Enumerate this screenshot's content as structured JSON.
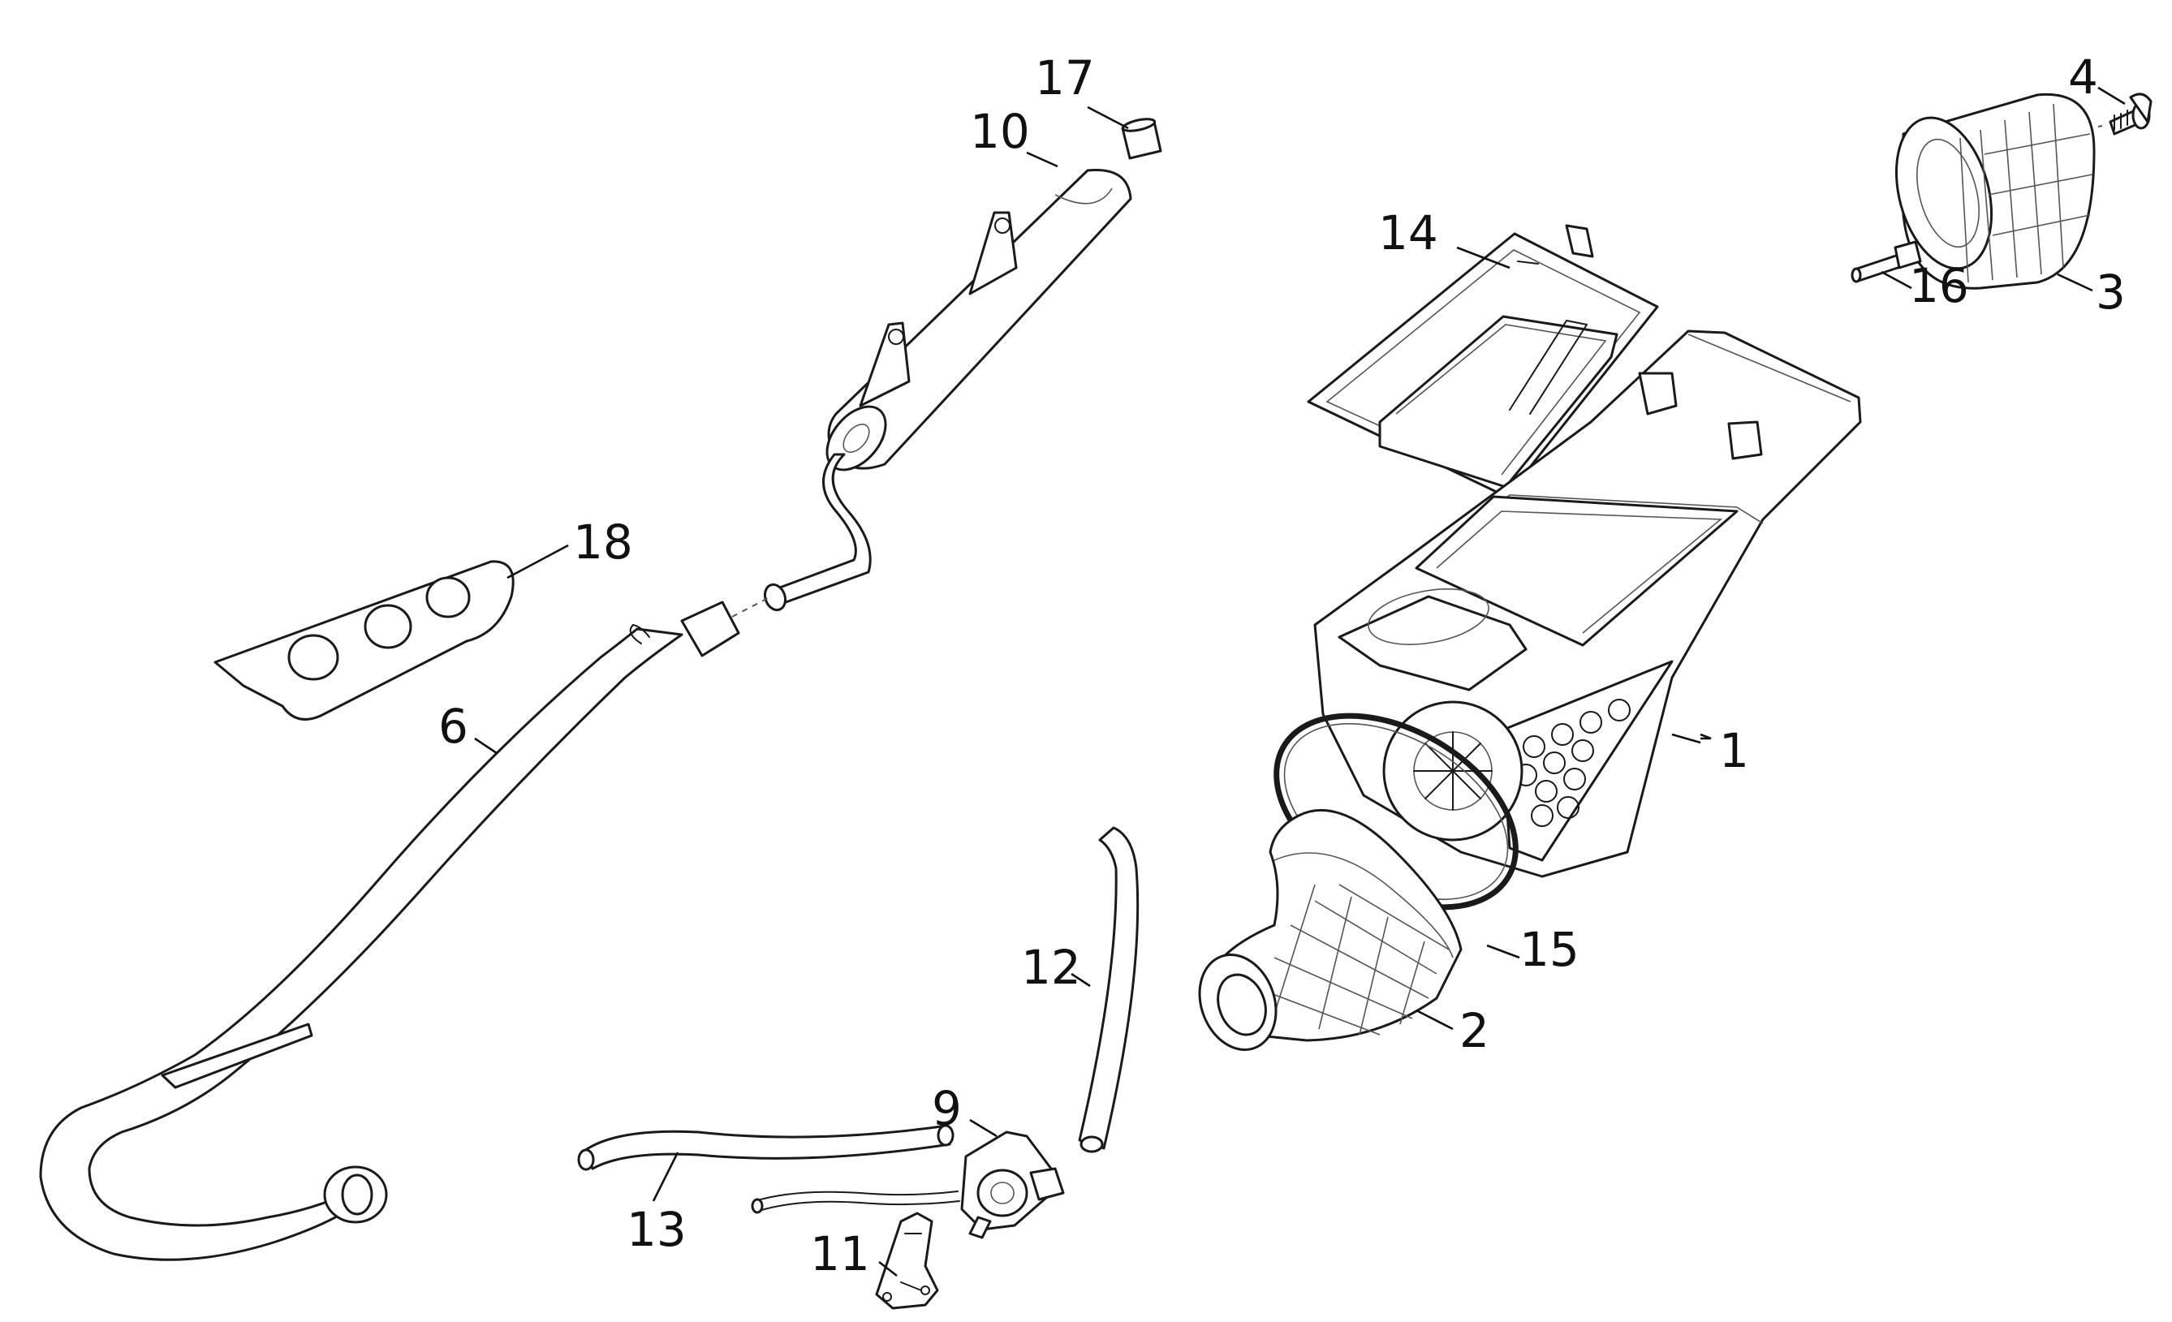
{
  "diagram": {
    "callouts": [
      {
        "id": "c1",
        "label": "1"
      },
      {
        "id": "c2",
        "label": "2"
      },
      {
        "id": "c3",
        "label": "3"
      },
      {
        "id": "c4",
        "label": "4"
      },
      {
        "id": "c6",
        "label": "6"
      },
      {
        "id": "c9",
        "label": "9"
      },
      {
        "id": "c10",
        "label": "10"
      },
      {
        "id": "c11",
        "label": "11"
      },
      {
        "id": "c12",
        "label": "12"
      },
      {
        "id": "c13",
        "label": "13"
      },
      {
        "id": "c14",
        "label": "14"
      },
      {
        "id": "c15",
        "label": "15"
      },
      {
        "id": "c16",
        "label": "16"
      },
      {
        "id": "c17",
        "label": "17"
      },
      {
        "id": "c18",
        "label": "18"
      }
    ]
  }
}
